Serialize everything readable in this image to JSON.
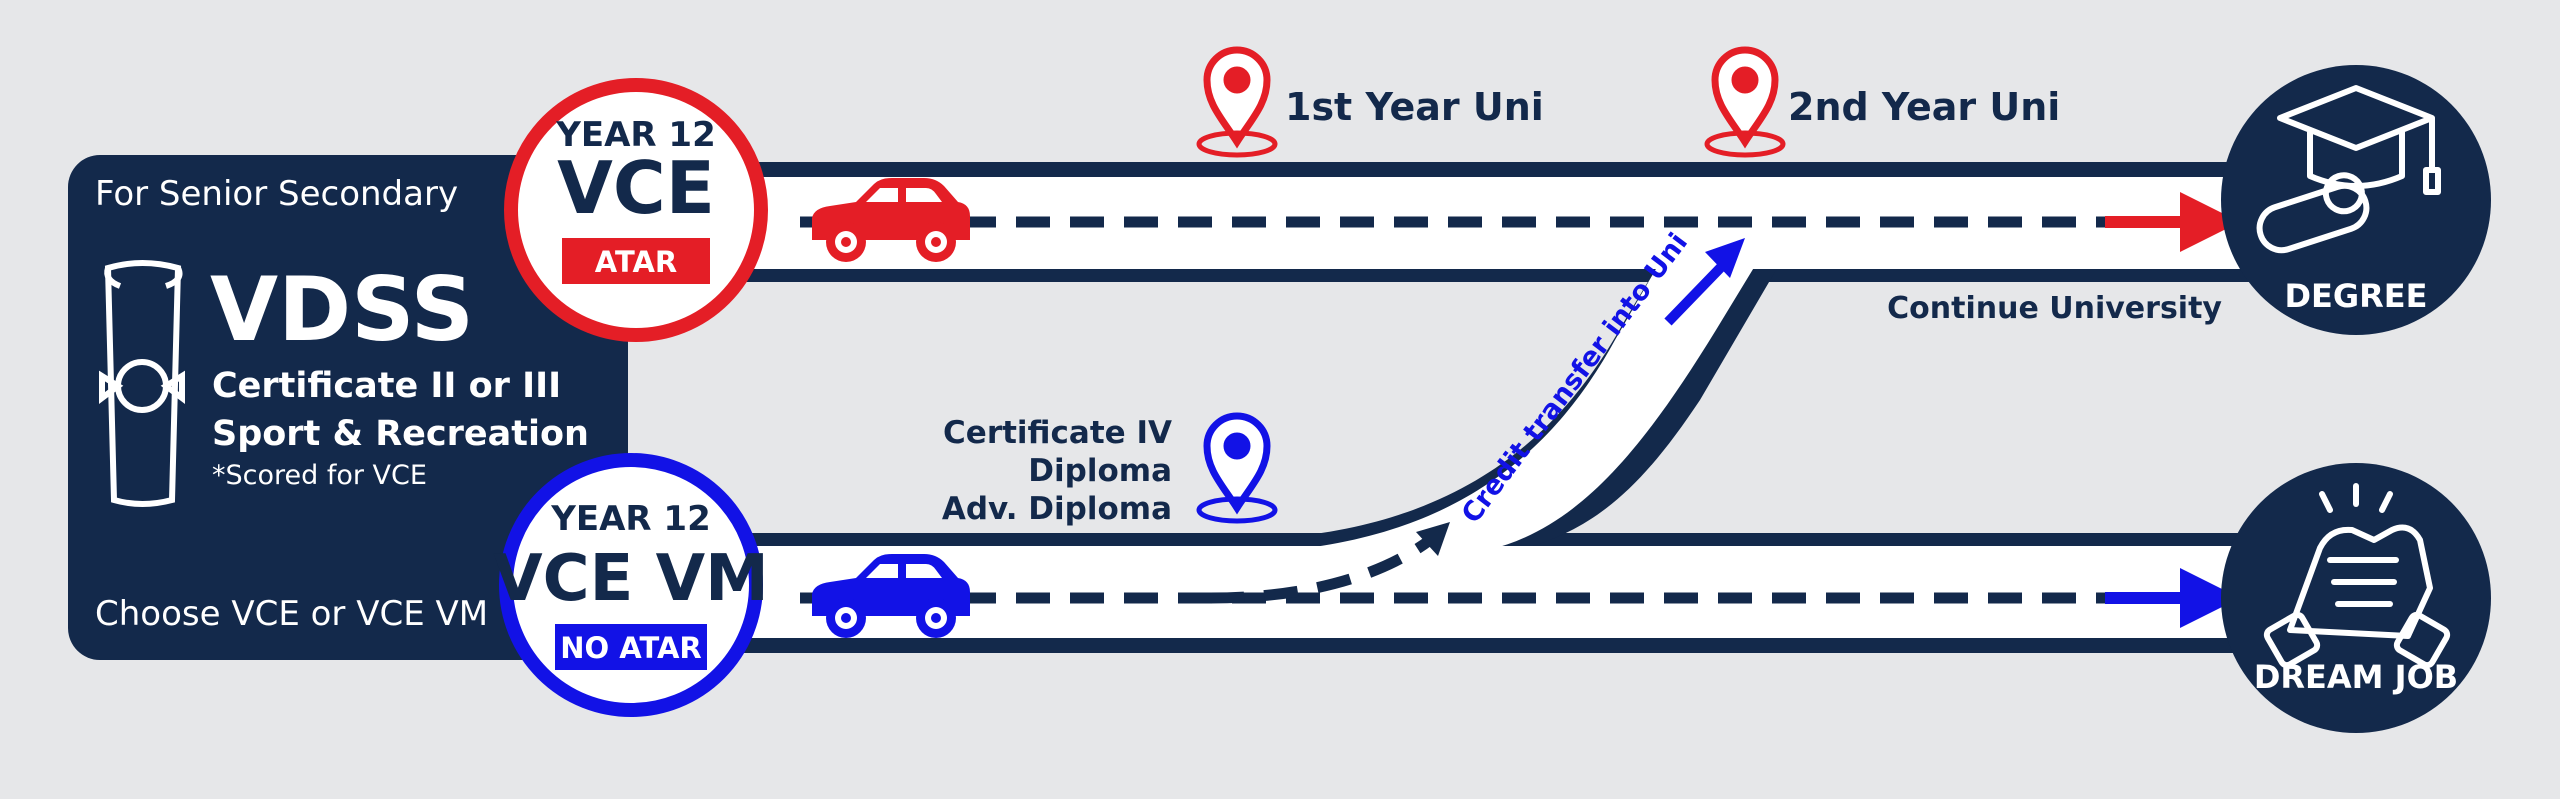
{
  "colors": {
    "background": "#e6e7e9",
    "navy": "#13294b",
    "red": "#e41e26",
    "blue": "#1212e6",
    "white": "#ffffff"
  },
  "panel": {
    "top_text": "For Senior Secondary",
    "title": "VDSS",
    "line1": "Certificate II or III",
    "line2": "Sport & Recreation",
    "note": "*Scored for VCE",
    "bottom_text": "Choose VCE or VCE VM",
    "icon": "diploma-scroll-icon"
  },
  "vce_badge": {
    "year": "YEAR 12",
    "name": "VCE",
    "tag": "ATAR"
  },
  "vcevm_badge": {
    "year": "YEAR 12",
    "name": "VCE VM",
    "tag": "NO ATAR"
  },
  "markers": {
    "first_year": "1st Year Uni",
    "second_year": "2nd Year Uni",
    "cert_lines": [
      "Certificate IV",
      "Diploma",
      "Adv. Diploma"
    ]
  },
  "labels": {
    "continue": "Continue University",
    "credit": "Credit transfer into Uni"
  },
  "destinations": {
    "degree": {
      "label": "DEGREE",
      "icon": "graduation-cap-icon"
    },
    "job": {
      "label": "DREAM JOB",
      "icon": "handshake-icon"
    }
  },
  "icons": {
    "car_top": "red-car-icon",
    "car_bottom": "blue-car-icon",
    "pin": "location-pin-icon"
  }
}
